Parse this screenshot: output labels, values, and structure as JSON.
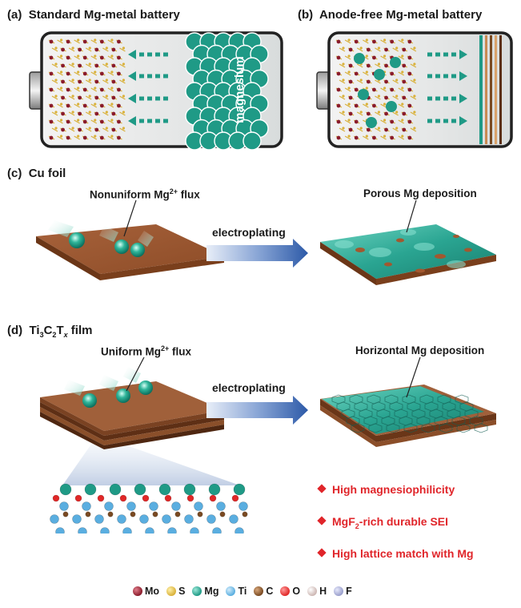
{
  "panels": {
    "a": {
      "label": "(a)",
      "title": "Standard Mg-metal battery",
      "anode_text": "magnesium"
    },
    "b": {
      "label": "(b)",
      "title": "Anode-free Mg-metal battery"
    },
    "c": {
      "label": "(c)",
      "title": "Cu foil",
      "flux_label_pre": "Nonuniform Mg",
      "flux_sup": "2+",
      "flux_label_post": " flux",
      "process": "electroplating",
      "result": "Porous Mg deposition"
    },
    "d": {
      "label": "(d)",
      "title_pre": "Ti",
      "s3": "3",
      "title_c": "C",
      "s2": "2",
      "title_t": "T",
      "sx": "x",
      "title_post": " film",
      "flux_label_pre": "Uniform Mg",
      "flux_sup": "2+",
      "flux_label_post": " flux",
      "process": "electroplating",
      "result": "Horizontal Mg deposition"
    }
  },
  "features": [
    {
      "text": "High magnesiophilicity"
    },
    {
      "pre": "MgF",
      "sub": "2",
      "post": "-rich durable SEI"
    },
    {
      "text": "High lattice match with Mg"
    }
  ],
  "legend": [
    {
      "label": "Mo",
      "color": "#8a1c2b"
    },
    {
      "label": "S",
      "color": "#d9b13a"
    },
    {
      "label": "Mg",
      "color": "#1f9a86"
    },
    {
      "label": "Ti",
      "color": "#5aaee0"
    },
    {
      "label": "C",
      "color": "#7a4a22"
    },
    {
      "label": "O",
      "color": "#e02727"
    },
    {
      "label": "H",
      "color": "#e9d6d3"
    },
    {
      "label": "F",
      "color": "#9a9fcc"
    }
  ],
  "colors": {
    "accent": "#1f9a86",
    "arrow_blue": "#2d5aa8",
    "copper": "#9c5a33",
    "red": "#e0252a"
  }
}
